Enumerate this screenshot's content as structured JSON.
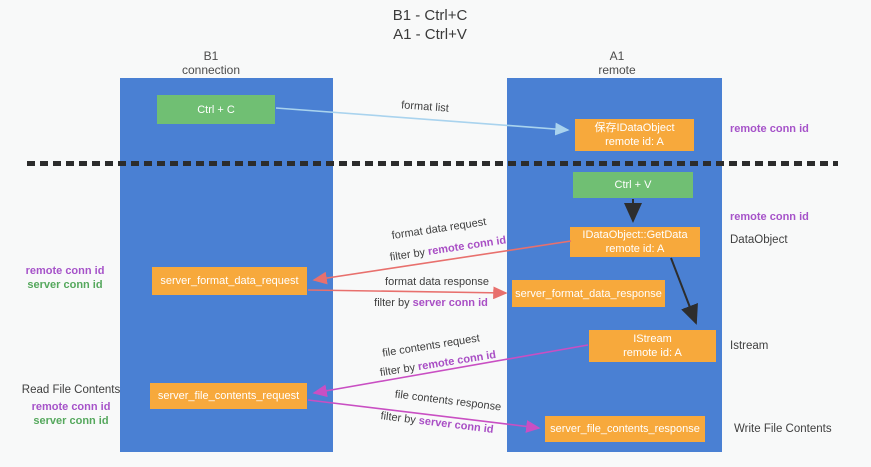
{
  "title": {
    "line1": "B1 - Ctrl+C",
    "line2": "A1 - Ctrl+V"
  },
  "columns": {
    "left": {
      "name": "B1",
      "role": "connection"
    },
    "right": {
      "name": "A1",
      "role": "remote"
    }
  },
  "nodes": {
    "ctrl_c": "Ctrl + C",
    "ctrl_v": "Ctrl + V",
    "save_dataobject": {
      "line1": "保存IDataObject",
      "line2": "remote id: A"
    },
    "getdata": {
      "line1": "IDataObject::GetData",
      "line2": "remote id: A"
    },
    "istream": {
      "line1": "IStream",
      "line2": "remote id: A"
    },
    "format_request": "server_format_data_request",
    "format_response": "server_format_data_response",
    "file_request": "server_file_contents_request",
    "file_response": "server_file_contents_response"
  },
  "flow_labels": {
    "format_list": "format list",
    "format_data_request": "format data request",
    "format_data_request_filter": {
      "prefix": "filter by",
      "key": "remote conn id"
    },
    "format_data_response": "format data response",
    "format_data_response_filter": {
      "prefix": "filter by",
      "key": "server conn id"
    },
    "file_contents_request": "file contents request",
    "file_contents_request_filter": {
      "prefix": "filter by",
      "key": "remote conn id"
    },
    "file_contents_response": "file contents response",
    "file_contents_response_filter": {
      "prefix": "filter by",
      "key": "server conn id"
    }
  },
  "side_labels": {
    "remote_conn_top_right": "remote conn id",
    "remote_conn_mid_right": "remote conn id",
    "dataobject": "DataObject",
    "istream": "Istream",
    "write_file_contents": "Write File Contents",
    "remote_conn_mid_left": "remote conn id",
    "server_conn_mid_left": "server conn id",
    "read_file_contents": "Read File Contents",
    "remote_conn_bottom_left": "remote conn id",
    "server_conn_bottom_left": "server conn id"
  },
  "colors": {
    "column_blue": "#4a80d3",
    "node_green": "#70bf73",
    "node_orange": "#f7a93c",
    "purple_text": "#a653c9",
    "green_text": "#55a85d",
    "arrow_red": "#e8706d",
    "arrow_magenta": "#c94fc3",
    "arrow_lightblue": "#a9d3ee",
    "arrow_black": "#2d2d2d"
  }
}
